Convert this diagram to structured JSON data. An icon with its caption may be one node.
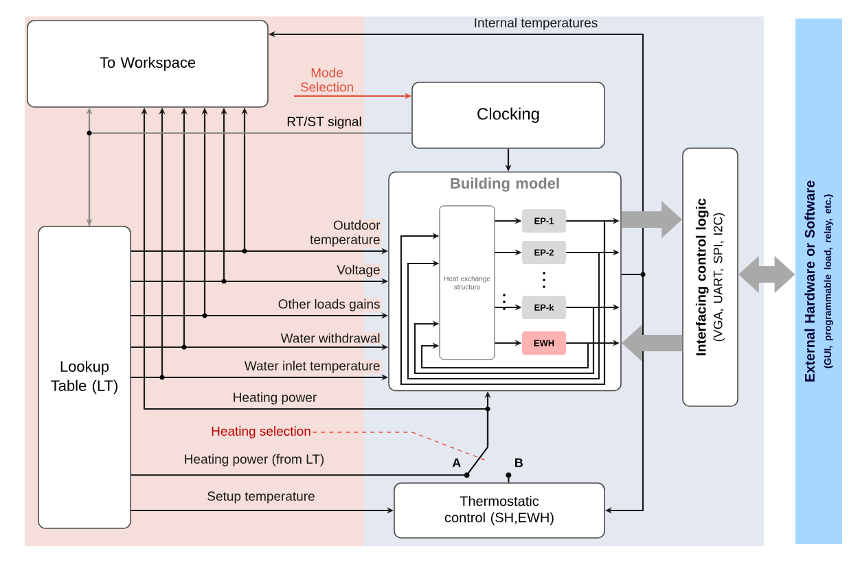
{
  "diagram": {
    "nodes": [
      {
        "text": [
          "To Workspace"
        ]
      },
      {
        "text": [
          "Clocking"
        ]
      },
      {
        "text": [
          "Building model"
        ]
      },
      {
        "text": [
          "Heat exchange structure"
        ],
        "in": 2
      },
      {
        "text": [
          "EP-1"
        ],
        "in": 2
      },
      {
        "text": [
          "EP-2"
        ],
        "in": 2
      },
      {
        "text": [
          "EP-k"
        ],
        "in": 2
      },
      {
        "text": [
          "EWH"
        ],
        "in": 2
      },
      {
        "text": [
          "Lookup Table (LT)"
        ]
      },
      {
        "text": [
          "Interfacing control logic",
          "(VGA, UART, SPI, I2C)"
        ]
      },
      {
        "text": [
          "Thermostatic control (SH,EWH)"
        ]
      },
      {
        "text": [
          "External Hardware or Software",
          "(GUI, programmable load, relay, etc.)"
        ]
      },
      {
        "text": [],
        "shape": "switch",
        "beside": [
          "A",
          "B"
        ]
      },
      {
        "text": [
          "Heating selection"
        ]
      }
    ],
    "edges": [
      {
        "from": 8,
        "to": 2,
        "arrow": "to",
        "label": "Outdoor temperature"
      },
      {
        "from": 8,
        "to": 2,
        "arrow": "to",
        "label": "Voltage"
      },
      {
        "from": 8,
        "to": 2,
        "arrow": "to",
        "label": "Other loads gains"
      },
      {
        "from": 8,
        "to": 2,
        "arrow": "to",
        "label": "Water withdrawal"
      },
      {
        "from": 8,
        "to": 2,
        "arrow": "to",
        "label": "Water inlet temperature"
      },
      {
        "from": 8,
        "to": 0,
        "arrow": "to"
      },
      {
        "from": 8,
        "to": 0,
        "arrow": "to"
      },
      {
        "from": 8,
        "to": 0,
        "arrow": "to"
      },
      {
        "from": 8,
        "to": 0,
        "arrow": "to"
      },
      {
        "from": 8,
        "to": 0,
        "arrow": "to"
      },
      {
        "from": 12,
        "to": 0,
        "arrow": "to",
        "label": "Heating power"
      },
      {
        "from": 12,
        "to": 2,
        "arrow": "to"
      },
      {
        "from": 8,
        "to": 12,
        "arrow": "none",
        "label": "Heating power (from LT)"
      },
      {
        "from": 10,
        "to": 12,
        "arrow": "none"
      },
      {
        "from": 8,
        "to": 10,
        "arrow": "to",
        "label": "Setup temperature"
      },
      {
        "from": 0,
        "to": 8,
        "arrow": "both",
        "color": "#8a8a8a"
      },
      {
        "from": 1,
        "to": 8,
        "arrow": "none",
        "label": "RT/ST signal",
        "color": "#8a8a8a"
      },
      {
        "from": null,
        "to": 1,
        "arrow": "to",
        "label": "Mode Selection",
        "color": "#e0503c"
      },
      {
        "from": 1,
        "to": 2,
        "arrow": "to"
      },
      {
        "from": 2,
        "to": 0,
        "arrow": "to",
        "label": "Internal temperatures"
      },
      {
        "from": 2,
        "to": 10,
        "arrow": "to"
      },
      {
        "from": 3,
        "to": 4,
        "arrow": "to"
      },
      {
        "from": 3,
        "to": 5,
        "arrow": "to"
      },
      {
        "from": 3,
        "to": 6,
        "arrow": "to"
      },
      {
        "from": 3,
        "to": 7,
        "arrow": "to"
      },
      {
        "from": 4,
        "to": null,
        "arrow": "to"
      },
      {
        "from": 5,
        "to": null,
        "arrow": "to"
      },
      {
        "from": 6,
        "to": null,
        "arrow": "to"
      },
      {
        "from": 7,
        "to": null,
        "arrow": "to"
      },
      {
        "from": 4,
        "to": 3,
        "arrow": "to"
      },
      {
        "from": 5,
        "to": 3,
        "arrow": "to"
      },
      {
        "from": 6,
        "to": 3,
        "arrow": "to"
      },
      {
        "from": 7,
        "to": 3,
        "arrow": "to"
      },
      {
        "from": 2,
        "to": 9,
        "arrow": "to",
        "style": "thick",
        "color": "#a9a9a9"
      },
      {
        "from": 9,
        "to": 2,
        "arrow": "to",
        "style": "thick",
        "color": "#a9a9a9"
      },
      {
        "from": 9,
        "to": 11,
        "arrow": "both",
        "style": "thick",
        "color": "#a9a9a9"
      },
      {
        "from": 13,
        "to": 12,
        "arrow": "none",
        "style": "dashed",
        "color": "#e0503c"
      }
    ]
  }
}
